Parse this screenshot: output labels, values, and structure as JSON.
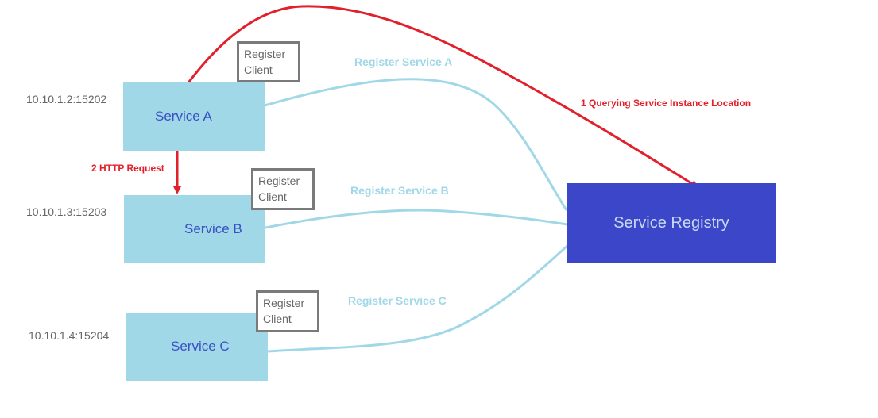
{
  "nodes": {
    "service_a": {
      "label": "Service A",
      "address": "10.10.1.2:15202",
      "client": "Register\nClient"
    },
    "service_b": {
      "label": "Service B",
      "address": "10.10.1.3:15203",
      "client": "Register\nClient"
    },
    "service_c": {
      "label": "Service C",
      "address": "10.10.1.4:15204",
      "client": "Register\nClient"
    },
    "registry": {
      "label": "Service Registry"
    }
  },
  "edges": {
    "register_a": "Register Service A",
    "register_b": "Register Service B",
    "register_c": "Register Service C",
    "query": "1 Querying Service Instance Location",
    "http": "2 HTTP Request"
  },
  "colors": {
    "service_fill": "#a0d8e8",
    "registry_fill": "#3c46c8",
    "register_line": "#a0d8e8",
    "request_arrow": "#e2202b",
    "client_border": "#7a7a7a"
  }
}
